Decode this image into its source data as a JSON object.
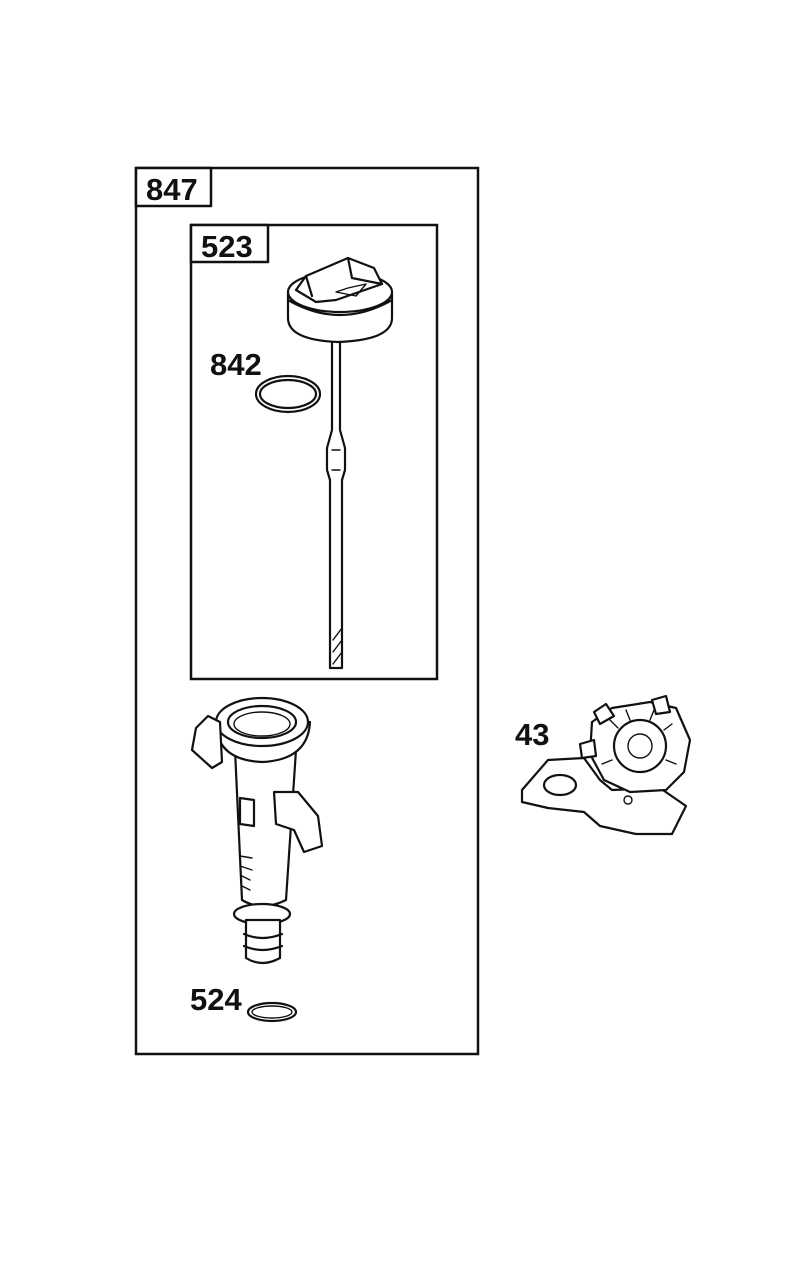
{
  "callouts": {
    "kit_847": "847",
    "dipstick_523": "523",
    "oring_842": "842",
    "oring_524": "524",
    "bracket_43": "43"
  }
}
